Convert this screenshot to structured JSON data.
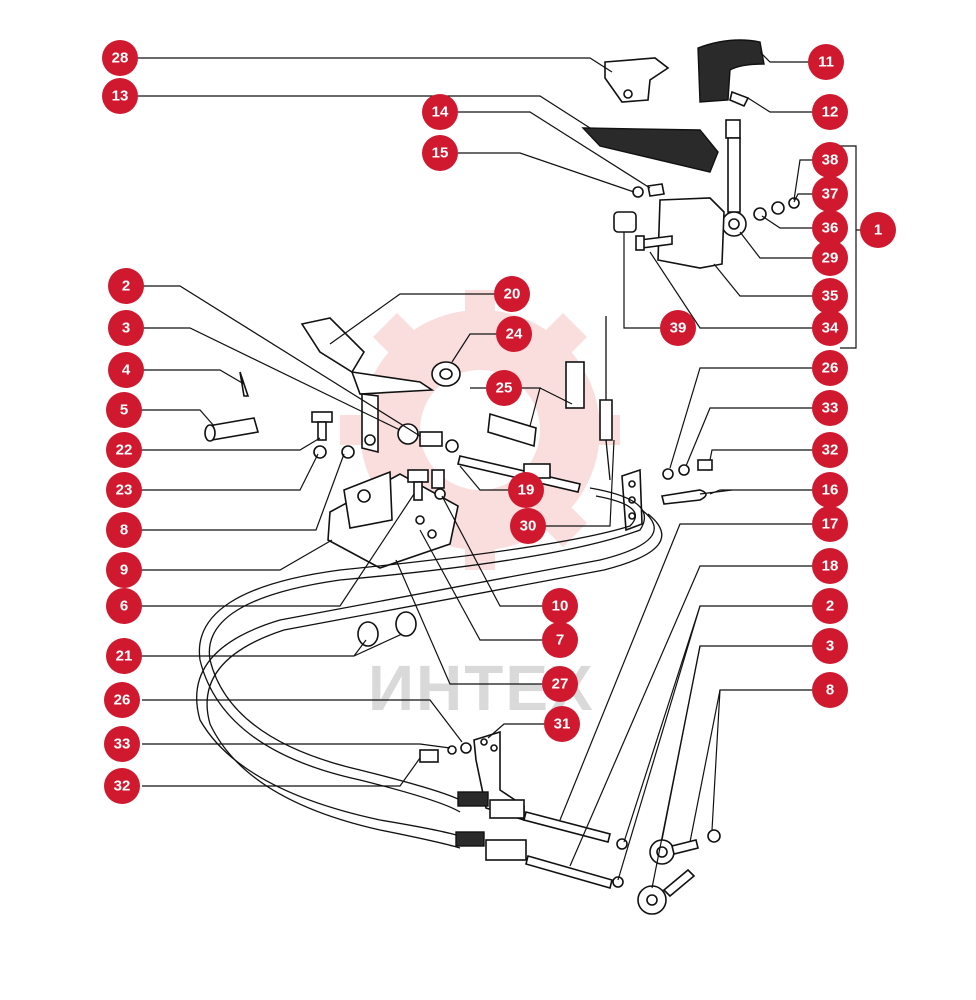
{
  "watermark": {
    "text": "ИНТЕХ",
    "color": "#f6c5c5"
  },
  "callout_color": "#d0182f",
  "callouts": [
    {
      "id": "c28",
      "label": "28"
    },
    {
      "id": "c13",
      "label": "13"
    },
    {
      "id": "c14",
      "label": "14"
    },
    {
      "id": "c15",
      "label": "15"
    },
    {
      "id": "c11",
      "label": "11"
    },
    {
      "id": "c12",
      "label": "12"
    },
    {
      "id": "c38",
      "label": "38"
    },
    {
      "id": "c37",
      "label": "37"
    },
    {
      "id": "c36",
      "label": "36"
    },
    {
      "id": "c1",
      "label": "1"
    },
    {
      "id": "c29",
      "label": "29"
    },
    {
      "id": "c35",
      "label": "35"
    },
    {
      "id": "c34",
      "label": "34"
    },
    {
      "id": "c39",
      "label": "39"
    },
    {
      "id": "c2a",
      "label": "2"
    },
    {
      "id": "c20",
      "label": "20"
    },
    {
      "id": "c3a",
      "label": "3"
    },
    {
      "id": "c24",
      "label": "24"
    },
    {
      "id": "c4",
      "label": "4"
    },
    {
      "id": "c25",
      "label": "25"
    },
    {
      "id": "c26a",
      "label": "26"
    },
    {
      "id": "c5",
      "label": "5"
    },
    {
      "id": "c33a",
      "label": "33"
    },
    {
      "id": "c22",
      "label": "22"
    },
    {
      "id": "c32a",
      "label": "32"
    },
    {
      "id": "c23",
      "label": "23"
    },
    {
      "id": "c19",
      "label": "19"
    },
    {
      "id": "c16",
      "label": "16"
    },
    {
      "id": "c8a",
      "label": "8"
    },
    {
      "id": "c30",
      "label": "30"
    },
    {
      "id": "c17",
      "label": "17"
    },
    {
      "id": "c9",
      "label": "9"
    },
    {
      "id": "c18",
      "label": "18"
    },
    {
      "id": "c6",
      "label": "6"
    },
    {
      "id": "c10",
      "label": "10"
    },
    {
      "id": "c2b",
      "label": "2"
    },
    {
      "id": "c7",
      "label": "7"
    },
    {
      "id": "c3b",
      "label": "3"
    },
    {
      "id": "c21",
      "label": "21"
    },
    {
      "id": "c27",
      "label": "27"
    },
    {
      "id": "c8b",
      "label": "8"
    },
    {
      "id": "c26b",
      "label": "26"
    },
    {
      "id": "c31",
      "label": "31"
    },
    {
      "id": "c33b",
      "label": "33"
    },
    {
      "id": "c32b",
      "label": "32"
    }
  ]
}
